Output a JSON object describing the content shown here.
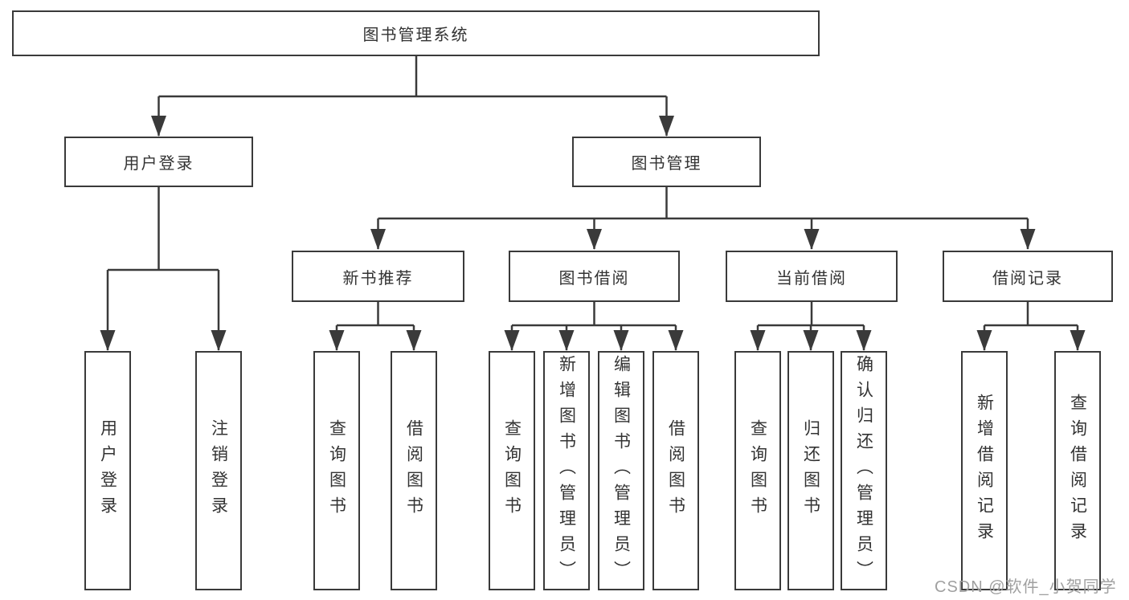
{
  "diagram": {
    "root_label": "图书管理系统",
    "branches": [
      {
        "label": "用户登录",
        "children": [
          {
            "label": "用户登录"
          },
          {
            "label": "注销登录"
          }
        ]
      },
      {
        "label": "图书管理",
        "children": [
          {
            "label": "新书推荐",
            "children": [
              {
                "label": "查询图书"
              },
              {
                "label": "借阅图书"
              }
            ]
          },
          {
            "label": "图书借阅",
            "children": [
              {
                "label": "查询图书"
              },
              {
                "label": "新增图书（管理员）"
              },
              {
                "label": "编辑图书（管理员）"
              },
              {
                "label": "借阅图书"
              }
            ]
          },
          {
            "label": "当前借阅",
            "children": [
              {
                "label": "查询图书"
              },
              {
                "label": "归还图书"
              },
              {
                "label": "确认归还（管理员）"
              }
            ]
          },
          {
            "label": "借阅记录",
            "children": [
              {
                "label": "新增借阅记录"
              },
              {
                "label": "查询借阅记录"
              }
            ]
          }
        ]
      }
    ]
  },
  "watermark": {
    "text": "CSDN @软件_小贺同学",
    "color": "#a0a0a0"
  },
  "colors": {
    "background": "#ffffff",
    "line": "#3a3a3a",
    "box_border": "#3a3a3a",
    "text": "#333333"
  }
}
